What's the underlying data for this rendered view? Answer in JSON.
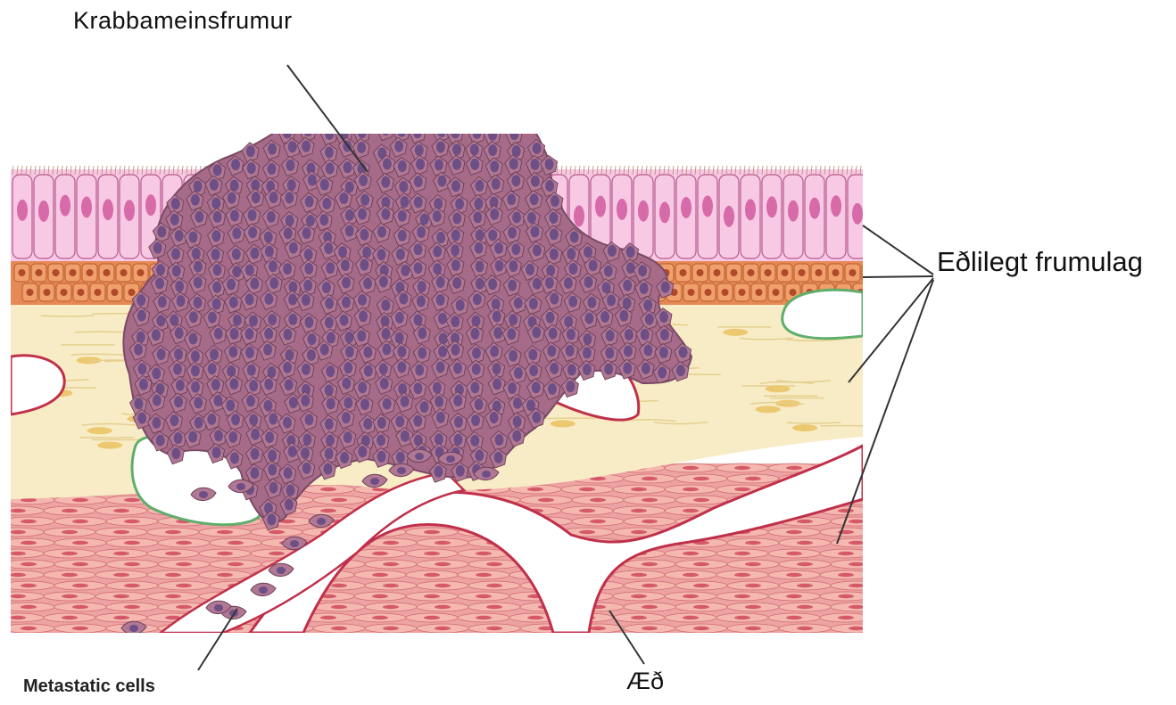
{
  "labels": {
    "cancer_cells": "Krabbameinsfrumur",
    "normal_layer": "Eðlilegt frumulag",
    "metastatic": "Metastatic cells",
    "vessel": "Æð"
  },
  "colors": {
    "epithelium": "#f7c9e4",
    "epithelium_nucleus": "#d76aa8",
    "basal": "#e58a56",
    "stroma": "#f8ecc6",
    "muscle": "#eda3a3",
    "tumor": "#a56b88",
    "tumor_nucleus": "#6d4f86",
    "vessel_lumen": "#ffffff",
    "vessel_wall_red": "#c0304a",
    "vessel_wall_green": "#5fae6b",
    "leader_line": "#333333"
  }
}
